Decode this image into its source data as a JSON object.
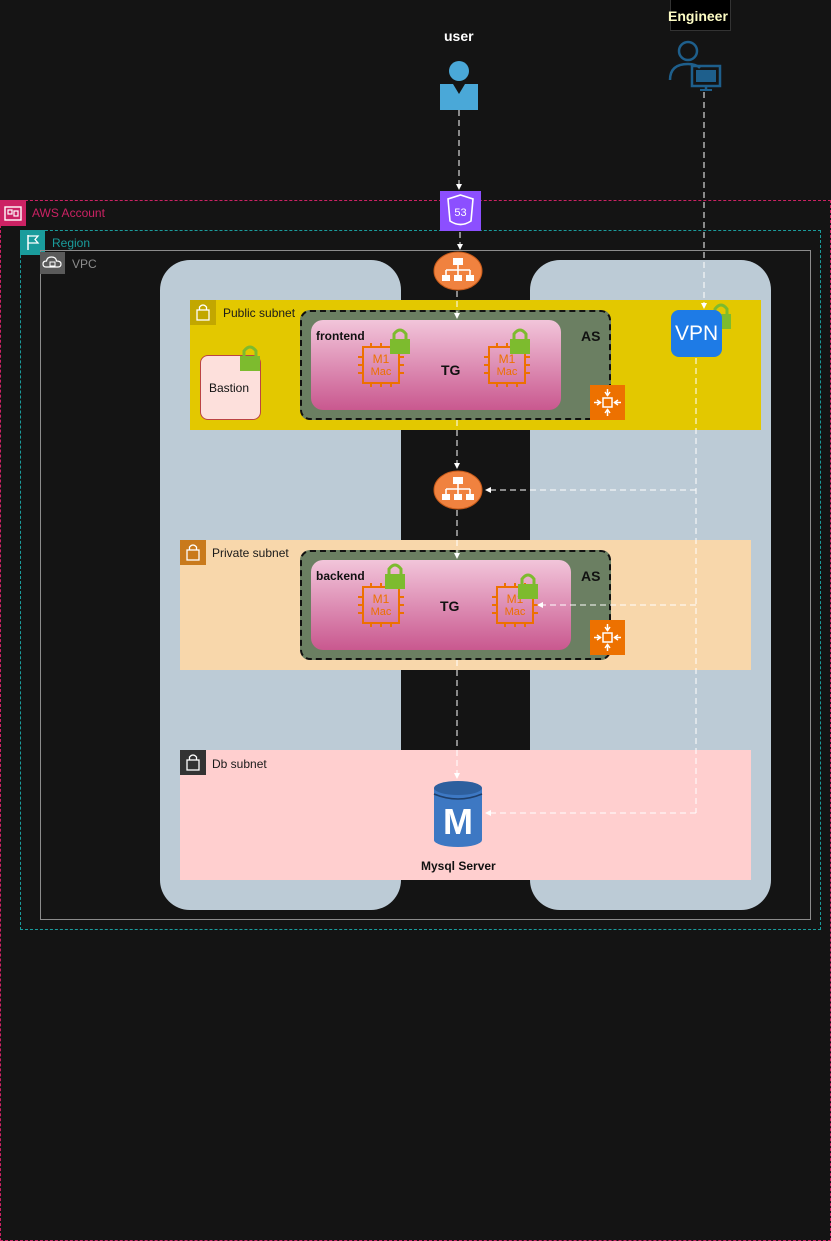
{
  "actors": {
    "user": "user",
    "engineer": "Engineer"
  },
  "containers": {
    "account": "AWS Account",
    "region": "Region",
    "vpc": "VPC"
  },
  "subnets": {
    "public": "Public subnet",
    "private": "Private subnet",
    "db": "Db subnet"
  },
  "public_group": {
    "name": "frontend",
    "target_group": "TG",
    "autoscaling": "AS",
    "instance_line1": "M1",
    "instance_line2": "Mac"
  },
  "private_group": {
    "name": "backend",
    "target_group": "TG",
    "autoscaling": "AS",
    "instance_line1": "M1",
    "instance_line2": "Mac"
  },
  "bastion": "Bastion",
  "vpn": "VPN",
  "route53_badge": "53",
  "database": {
    "glyph": "M",
    "label": "Mysql Server"
  },
  "colors": {
    "background": "#141414",
    "account_border": "#cc2264",
    "region_border": "#1a9c9c",
    "vpc_border": "#8c8c8c",
    "az_fill": "#bccbd6",
    "public_subnet": "#e3c800",
    "private_subnet": "#f8d7ab",
    "db_subnet": "#ffcfcf",
    "autoscaling_group": "#6b7f62",
    "target_group": "#d16f9e",
    "elb": "#f0823f",
    "route53": "#8c4fff",
    "vpn": "#1e7be6",
    "lock": "#7dbb2e",
    "ec2_chip": "#ed7100",
    "mysql": "#3d78c3"
  },
  "icons": [
    "user-icon",
    "engineer-icon",
    "route53-icon",
    "load-balancer-icon",
    "lock-icon",
    "ec2-m1-mac-icon",
    "auto-scaling-icon",
    "vpn-icon",
    "mysql-db-icon"
  ]
}
